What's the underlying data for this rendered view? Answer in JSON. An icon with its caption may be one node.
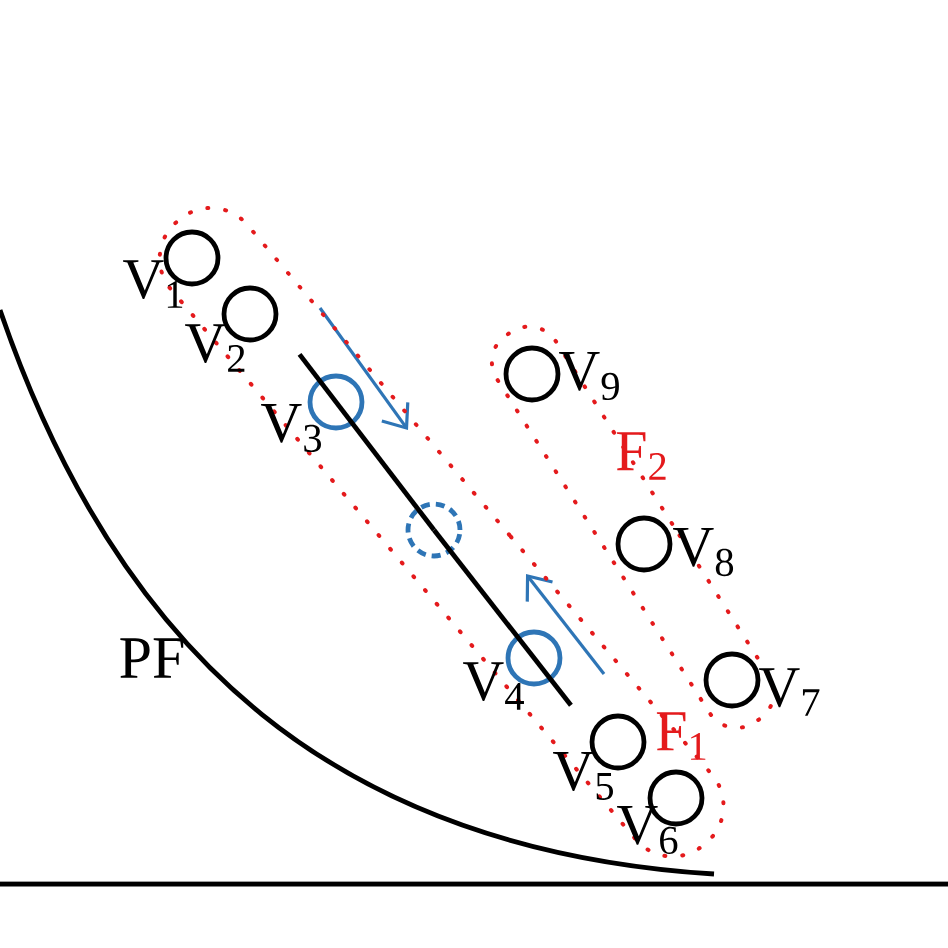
{
  "diagram": {
    "nodes": [
      {
        "text": [
          "F$_{1}$"
        ]
      },
      {
        "text": [],
        "shape": "circle",
        "beside": [
          "V$_{1}$"
        ],
        "in": 0
      },
      {
        "text": [],
        "shape": "circle",
        "beside": [
          "V$_{2}$"
        ],
        "in": 0
      },
      {
        "text": [],
        "shape": "circle",
        "beside": [
          "V$_{3}$"
        ],
        "in": 0
      },
      {
        "text": [],
        "shape": "circle",
        "in": 0
      },
      {
        "text": [],
        "shape": "circle",
        "beside": [
          "V$_{4}$"
        ],
        "in": 0
      },
      {
        "text": [],
        "shape": "circle",
        "beside": [
          "V$_{5}$"
        ],
        "in": 0
      },
      {
        "text": [],
        "shape": "circle",
        "beside": [
          "V$_{6}$"
        ],
        "in": 0
      },
      {
        "text": [
          "F$_{2}$"
        ]
      },
      {
        "text": [],
        "shape": "circle",
        "beside": [
          "V$_{9}$"
        ],
        "in": 8
      },
      {
        "text": [],
        "shape": "circle",
        "beside": [
          "V$_{8}$"
        ],
        "in": 8
      },
      {
        "text": [],
        "shape": "circle",
        "beside": [
          "V$_{7}$"
        ],
        "in": 8
      }
    ],
    "edges": [
      {
        "from": 3,
        "to": 4,
        "arrow": "none"
      },
      {
        "from": 4,
        "to": 5,
        "arrow": "none"
      }
    ],
    "labels": [
      "PF"
    ]
  }
}
